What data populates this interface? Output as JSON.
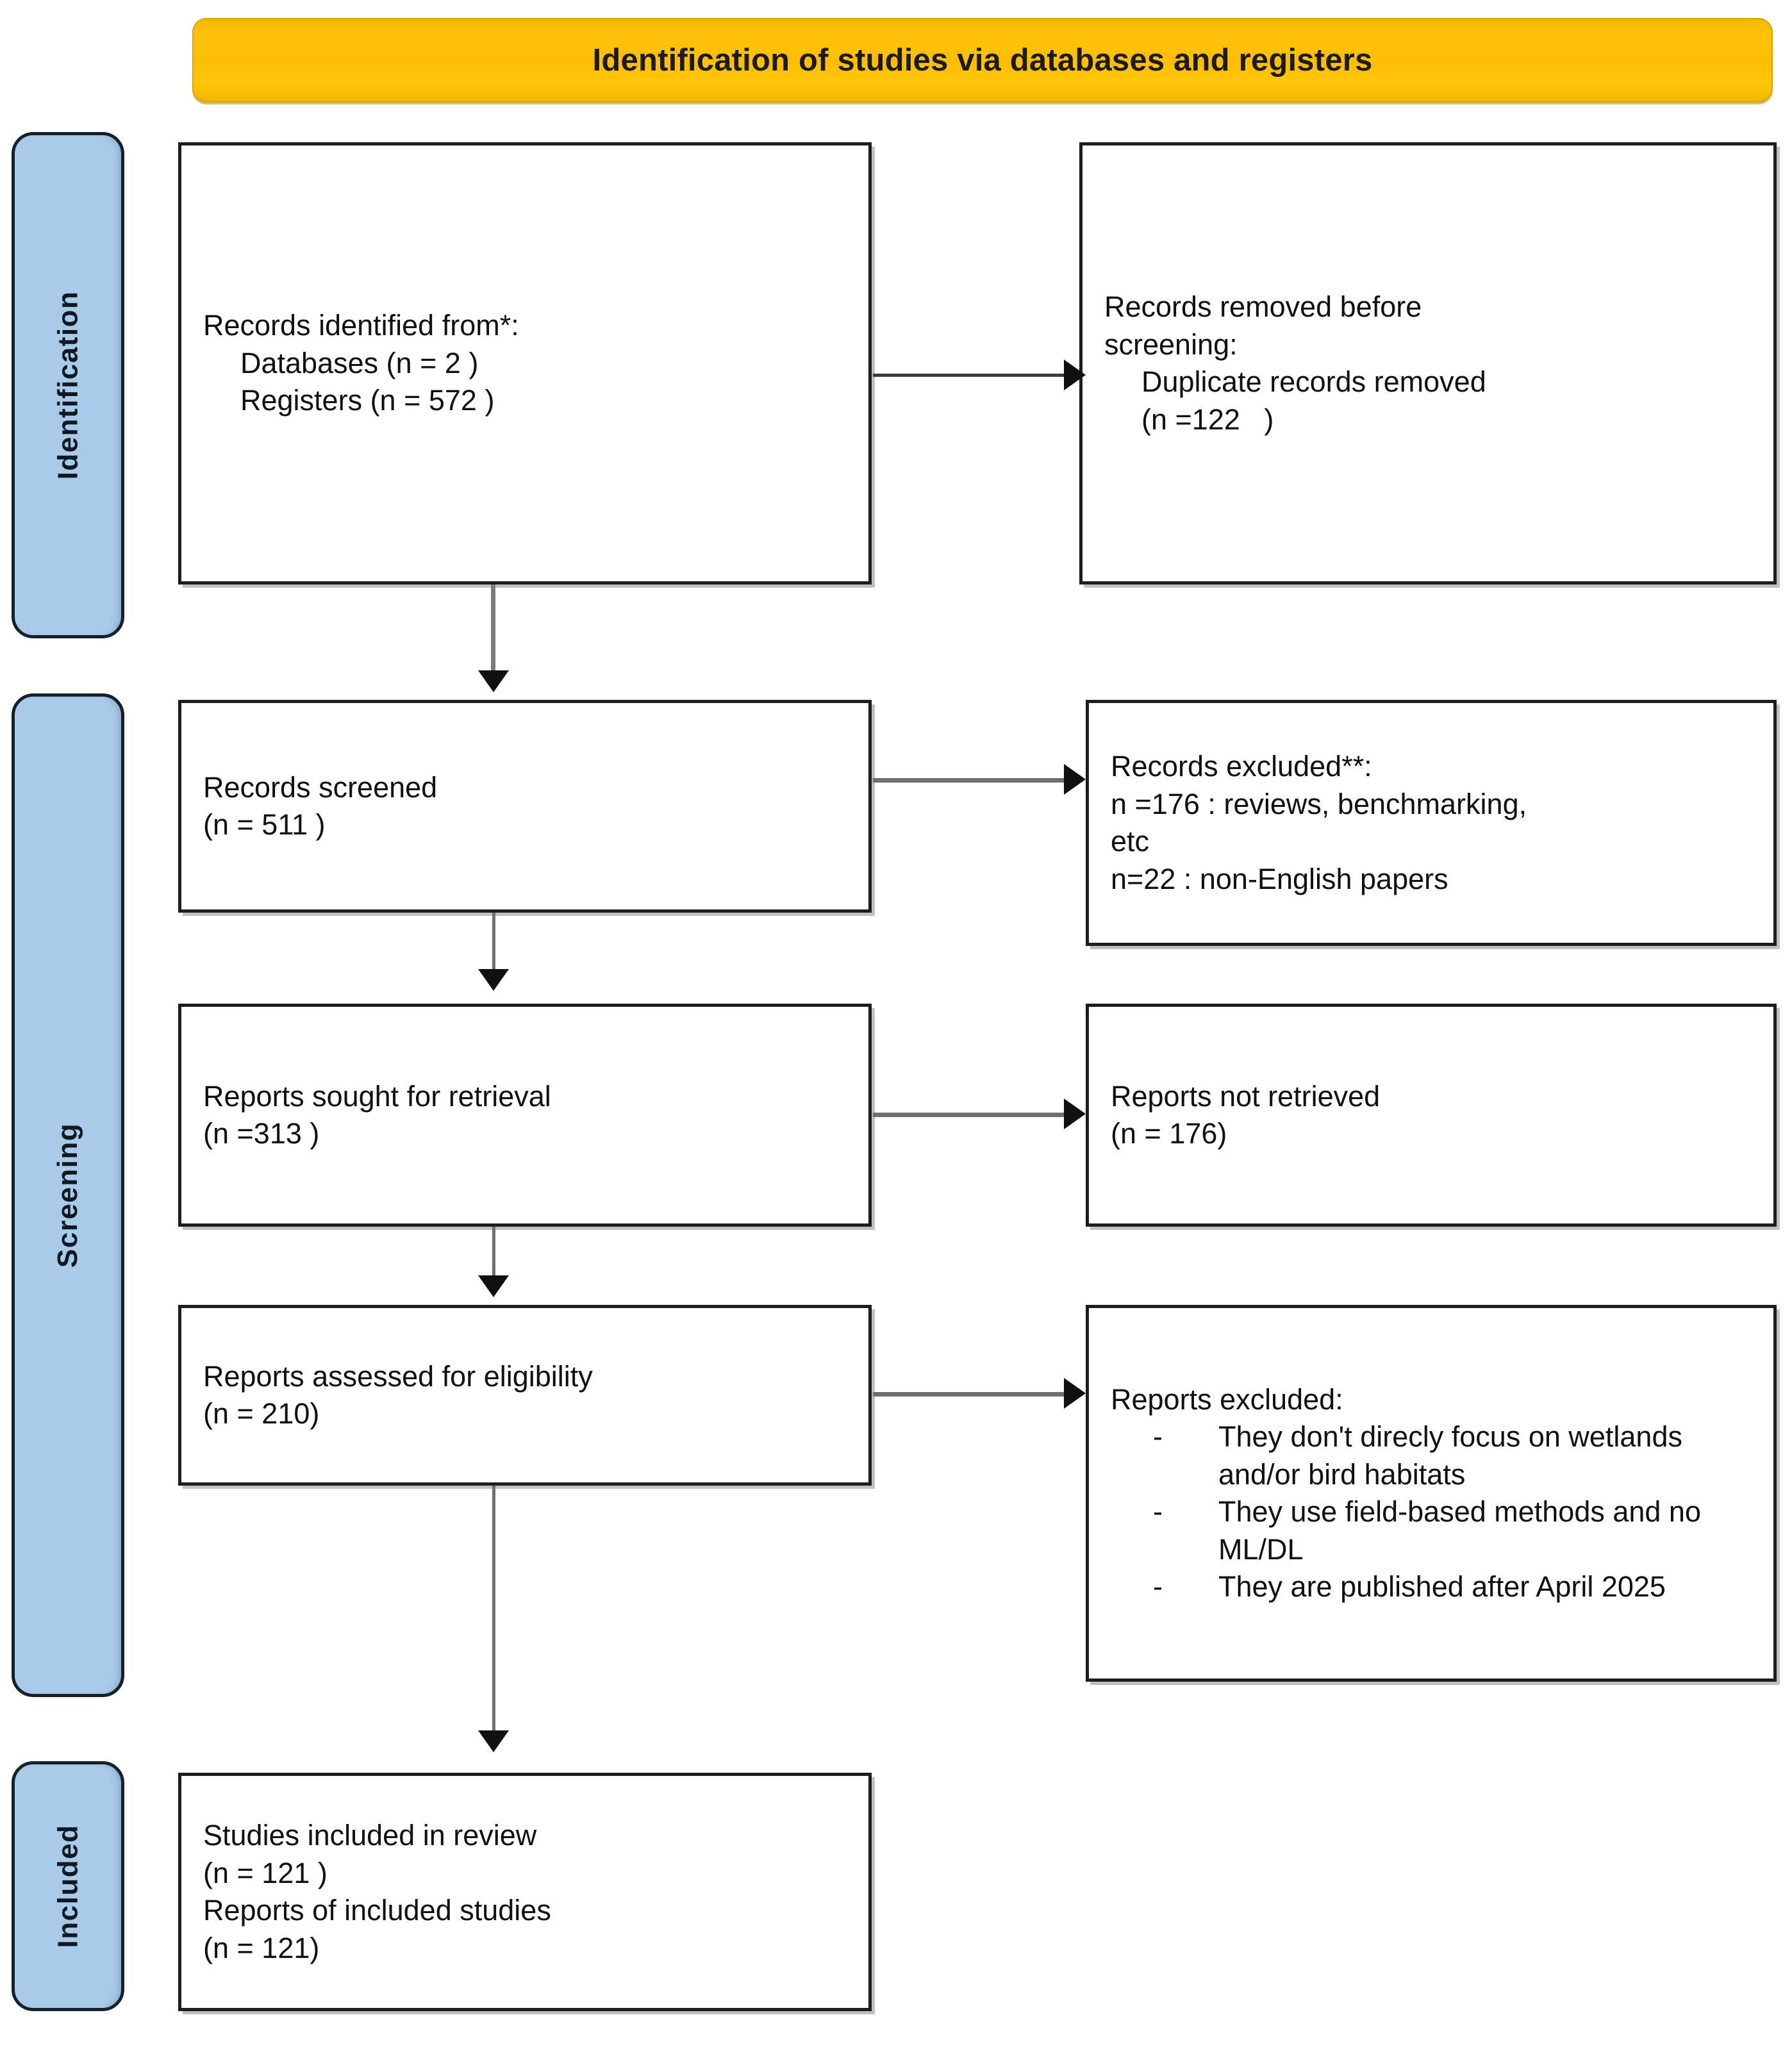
{
  "banner": {
    "title": "Identification of studies via databases and registers"
  },
  "rails": [
    {
      "id": "identification",
      "label": "Identification"
    },
    {
      "id": "screening",
      "label": "Screening"
    },
    {
      "id": "included",
      "label": "Included"
    }
  ],
  "boxes": {
    "identified": {
      "l1": "Records identified from*:",
      "l2": "Databases (n = 2 )",
      "l3": "Registers (n = 572 )"
    },
    "removed": {
      "l1a": "Records removed ",
      "l1b": "before",
      "l2": "screening",
      "l2b": ":",
      "l3": "Duplicate records removed",
      "l4": "(n =122   )"
    },
    "screened": {
      "l1": "Records screened",
      "l2": "(n = 511 )"
    },
    "excluded_records": {
      "l1": "Records excluded**:",
      "l2": "n =176 : reviews, benchmarking,",
      "l3": "etc",
      "l4": "n=22 : non-English papers"
    },
    "sought": {
      "l1": "Reports sought for retrieval",
      "l2": "(n =313 )"
    },
    "not_retrieved": {
      "l1": "Reports not retrieved",
      "l2": "(n = 176)"
    },
    "assessed": {
      "l1": "Reports assessed for eligibility",
      "l2": "(n = 210)"
    },
    "excluded_reports": {
      "l1": "Reports excluded:",
      "bullet_mark": "-",
      "bullets": [
        "They don't direcly focus on wetlands and/or bird habitats",
        "They use field-based methods and no ML/DL",
        "They are published after April 2025"
      ]
    },
    "included": {
      "l1": "Studies included in review",
      "l2": "(n = 121 )",
      "l3": "Reports of included studies",
      "l4": "(n = 121)"
    }
  },
  "colors": {
    "banner_gold": "#FFC20A",
    "rail_blue": "#A8CBE9",
    "box_border": "#1D1D1D",
    "connector_gray": "#7B7B7B",
    "arrowhead_black": "#101010"
  }
}
